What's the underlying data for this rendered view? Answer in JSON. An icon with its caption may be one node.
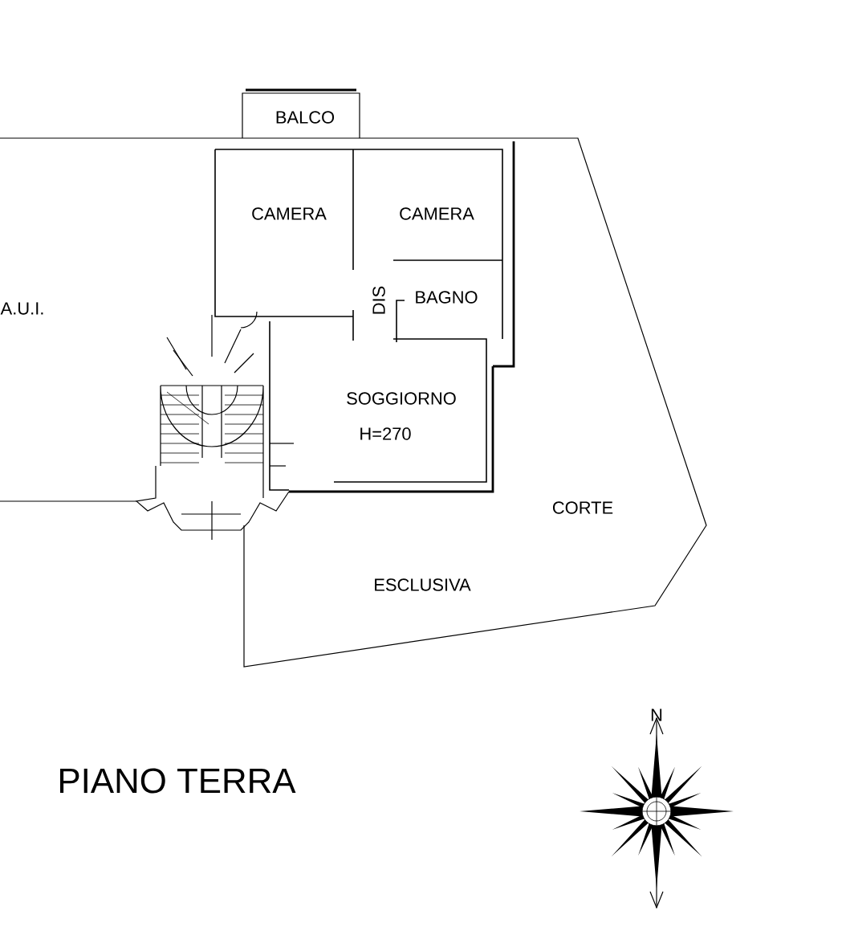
{
  "diagram": {
    "title": "PIANO TERRA",
    "labels": [
      "BALCO",
      "CAMERA",
      "CAMERA",
      "A.U.I.",
      "DIS",
      "BAGNO",
      "SOGGIORNO",
      "H=270",
      "CORTE",
      "ESCLUSIVA",
      "N"
    ]
  }
}
